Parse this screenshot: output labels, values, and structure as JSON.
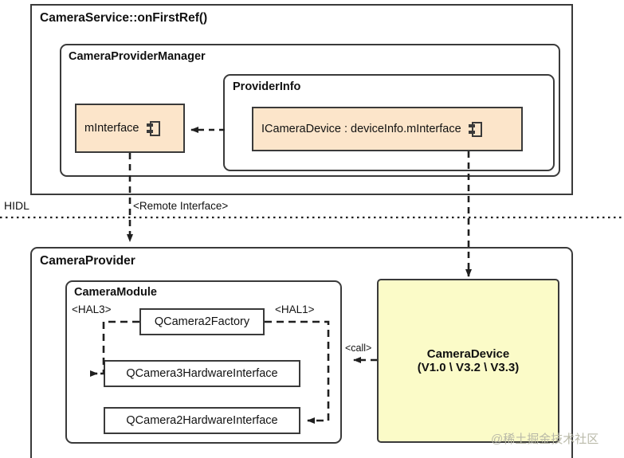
{
  "diagram": {
    "containers": {
      "camera_service": "CameraService::onFirstRef()",
      "camera_provider_manager": "CameraProviderManager",
      "provider_info": "ProviderInfo",
      "camera_provider": "CameraProvider",
      "camera_module": "CameraModule"
    },
    "components": {
      "m_interface": "mInterface",
      "icamera_device": "ICameraDevice : deviceInfo.mInterface"
    },
    "nodes": {
      "qcamera2_factory": "QCamera2Factory",
      "qcamera3_hardware_interface": "QCamera3HardwareInterface",
      "qcamera2_hardware_interface": "QCamera2HardwareInterface",
      "camera_device_name": "CameraDevice",
      "camera_device_versions": "(V1.0 \\ V3.2 \\ V3.3)"
    },
    "edge_labels": {
      "remote_interface": "<Remote Interface>",
      "hal3": "<HAL3>",
      "hal1": "<HAL1>",
      "call": "<call>"
    },
    "divider": {
      "label": "HIDL"
    },
    "watermark": "@稀土掘金技术社区",
    "colors": {
      "component_fill": "#fce5ca",
      "device_fill": "#fbfbc8",
      "stroke": "#3a3a3a",
      "watermark": "#b9b9a8"
    }
  }
}
